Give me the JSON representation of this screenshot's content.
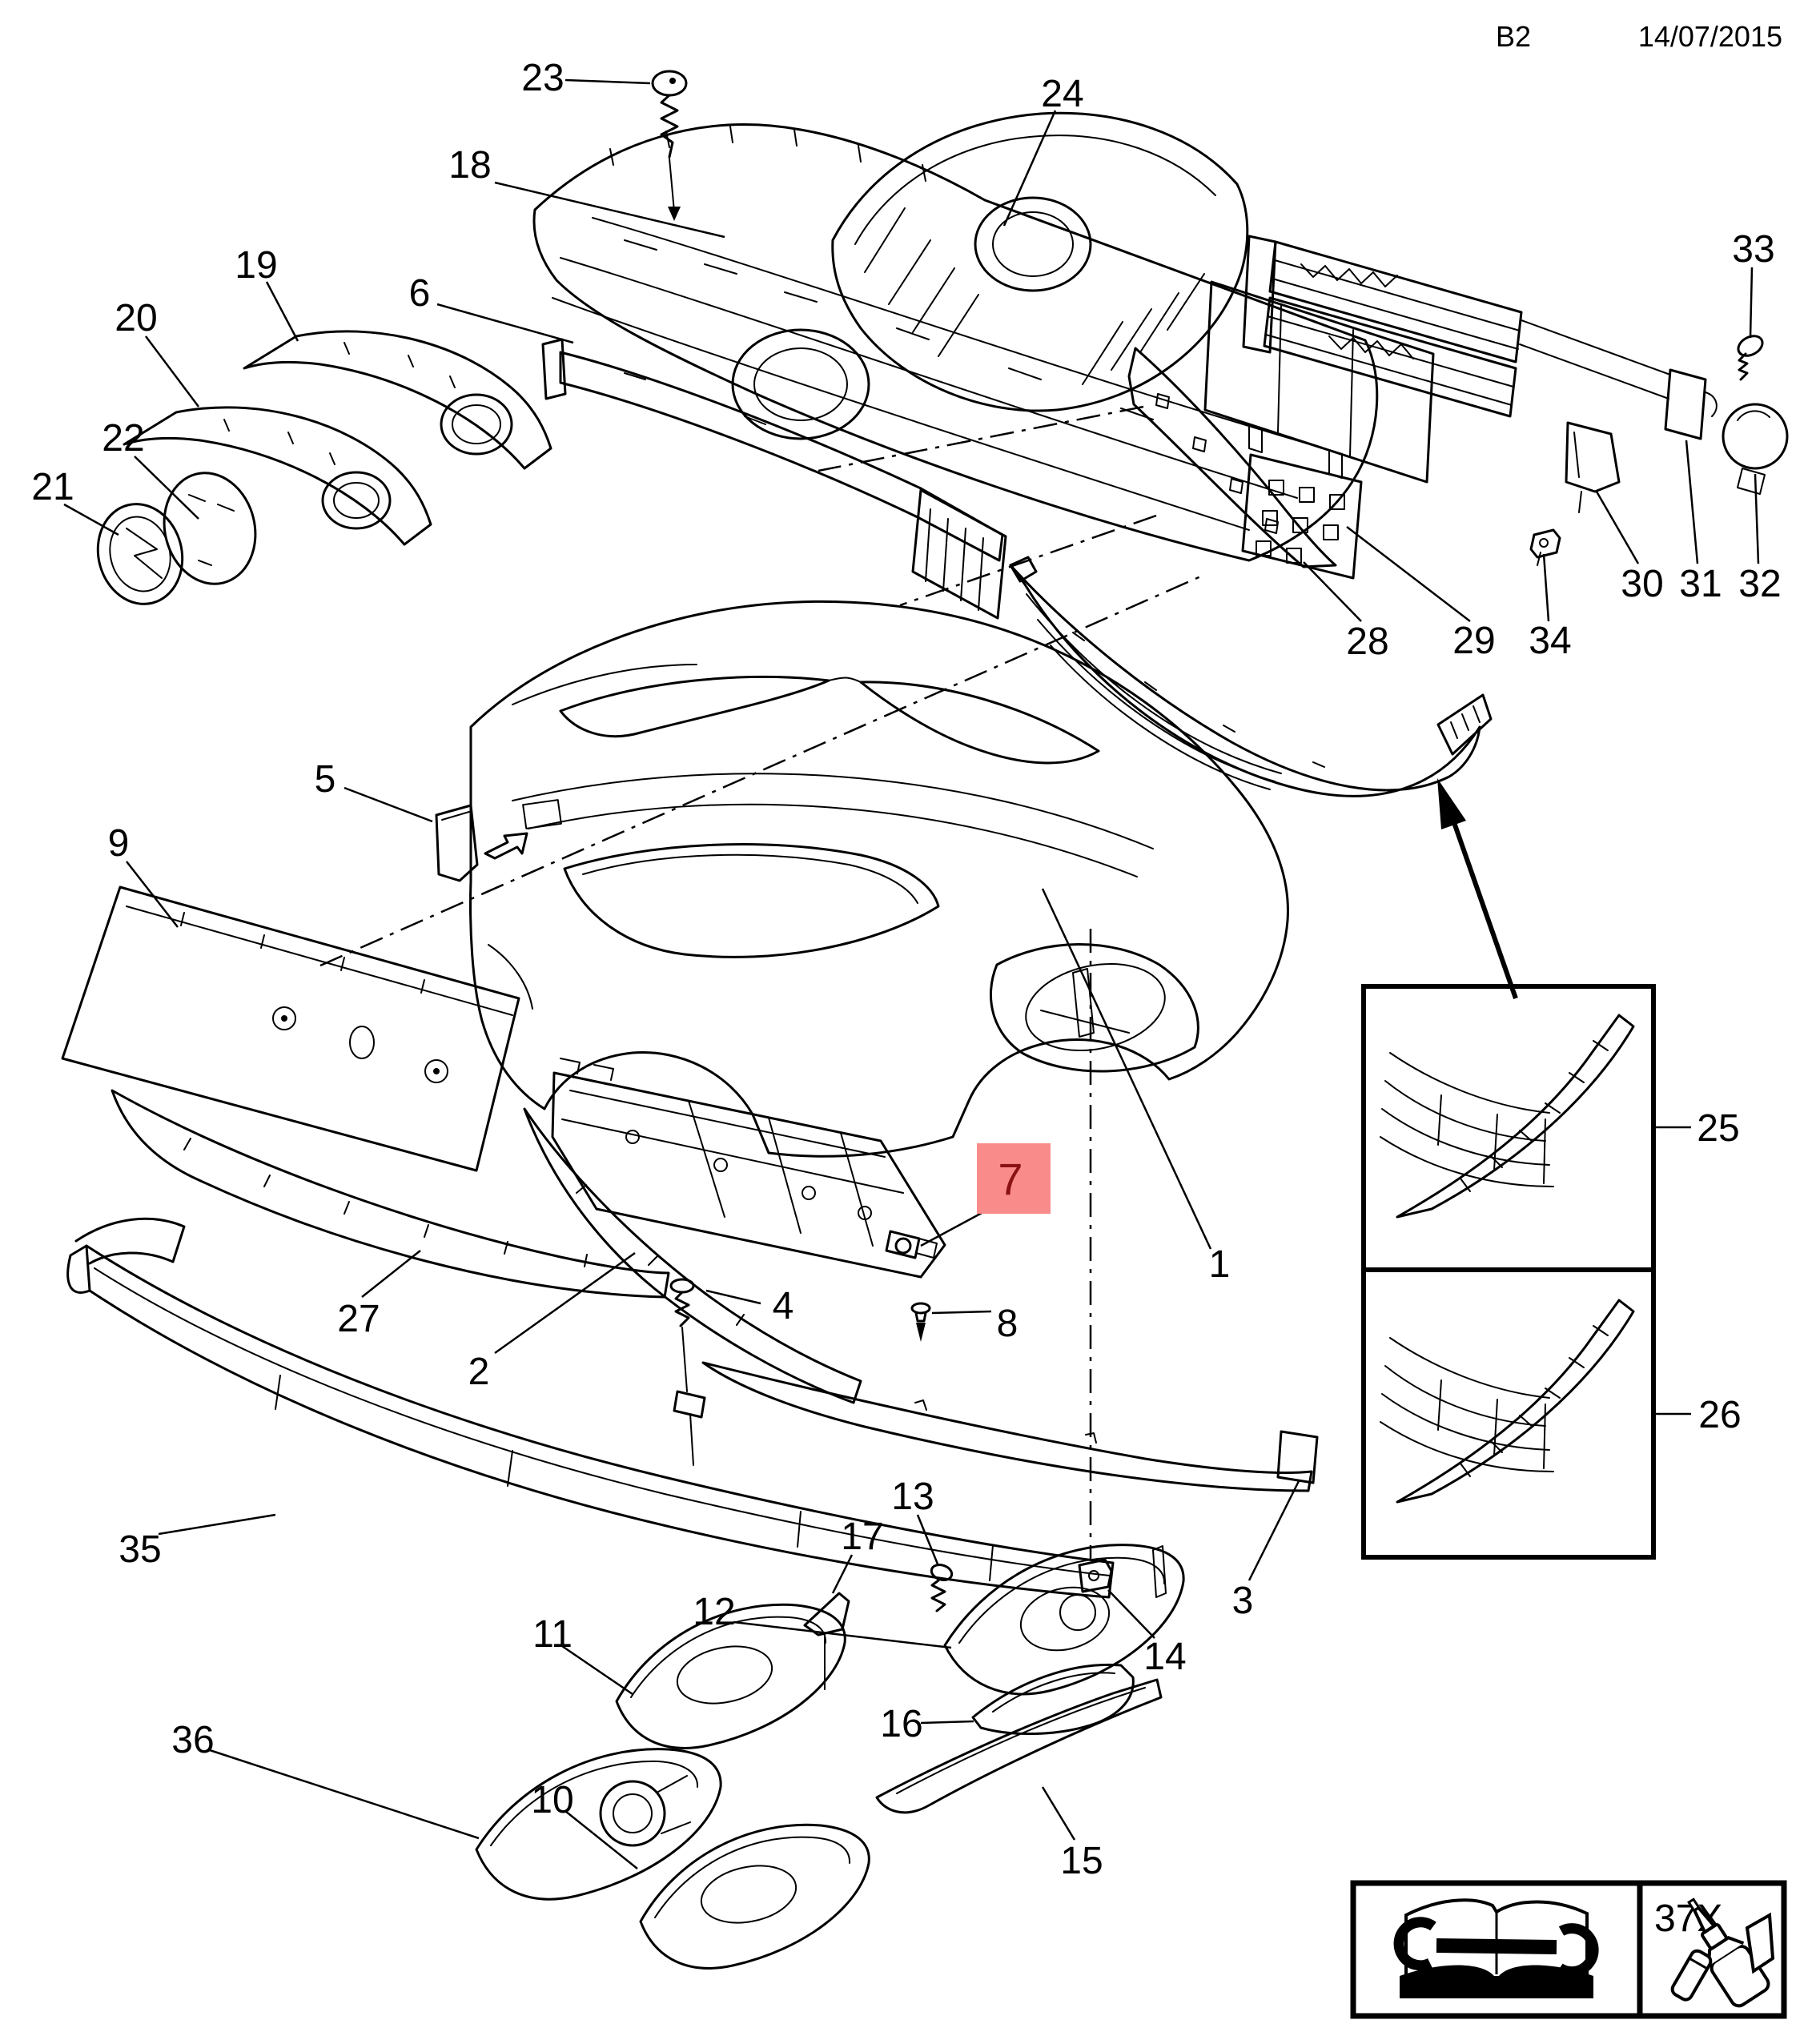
{
  "header": {
    "sheet_code": "B2",
    "date": "14/07/2015"
  },
  "legend": {
    "adhesive_ref": "37X",
    "icons": {
      "left": "open-book-wrench-icon",
      "right": "glue-bottle-icon"
    }
  },
  "diagram": {
    "highlighted_callout": {
      "label": "7",
      "background_color": "#f98b8b",
      "text_color": "#8b1212"
    },
    "callouts": [
      {
        "label": "1"
      },
      {
        "label": "2"
      },
      {
        "label": "3"
      },
      {
        "label": "4"
      },
      {
        "label": "5"
      },
      {
        "label": "6"
      },
      {
        "label": "8"
      },
      {
        "label": "9"
      },
      {
        "label": "10"
      },
      {
        "label": "11"
      },
      {
        "label": "12"
      },
      {
        "label": "13"
      },
      {
        "label": "14"
      },
      {
        "label": "15"
      },
      {
        "label": "16"
      },
      {
        "label": "17"
      },
      {
        "label": "18"
      },
      {
        "label": "19"
      },
      {
        "label": "20"
      },
      {
        "label": "21"
      },
      {
        "label": "22"
      },
      {
        "label": "23"
      },
      {
        "label": "24"
      },
      {
        "label": "25"
      },
      {
        "label": "26"
      },
      {
        "label": "27"
      },
      {
        "label": "28"
      },
      {
        "label": "29"
      },
      {
        "label": "30"
      },
      {
        "label": "31"
      },
      {
        "label": "32"
      },
      {
        "label": "33"
      },
      {
        "label": "34"
      },
      {
        "label": "35"
      },
      {
        "label": "36"
      }
    ]
  }
}
